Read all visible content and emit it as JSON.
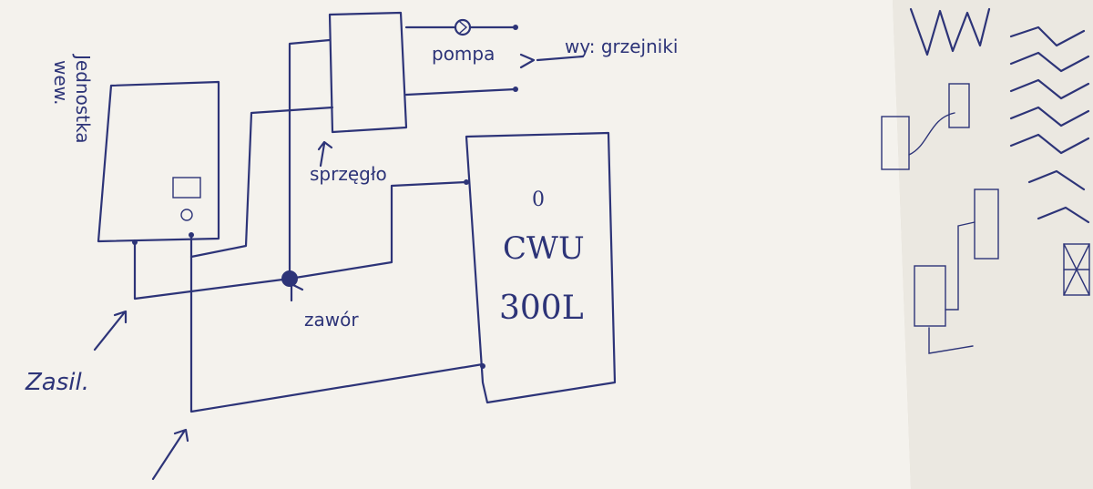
{
  "colors": {
    "ink": "#2d3478",
    "paper": "#f6f4ef",
    "shadow": "#cfcbc2"
  },
  "labels": {
    "unit": [
      "Jednostka",
      "wew."
    ],
    "coupler": "sprzęgło",
    "pump": "pompa",
    "heaters": "wy: grzejniki",
    "valve": "zawór",
    "supply": "Zasil.",
    "tank_small": "0",
    "tank_line1": "CWU",
    "tank_line2": "300L"
  },
  "icons": {
    "pump": "pump-circle-icon",
    "arrow": "pointer-arrow-icon"
  }
}
